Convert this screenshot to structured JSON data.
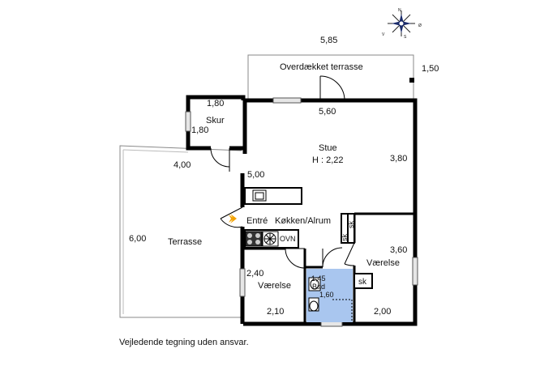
{
  "compass": {
    "n": "N",
    "o": "Ø",
    "s": "S",
    "v": "V"
  },
  "rooms": {
    "overdaekket": "Overdækket terrasse",
    "skur": "Skur",
    "stue": "Stue",
    "stue_height": "H : 2,22",
    "terrasse": "Terrasse",
    "entre": "Entré",
    "kokken": "Køkken/Alrum",
    "vaerelse_left": "Værelse",
    "vaerelse_right": "Værelse",
    "bad": "Bad",
    "ovn": "OVN",
    "sk1": "sk",
    "sk2": "sk",
    "sk3": "sk"
  },
  "dimensions": {
    "top_width": "5,85",
    "terrace_depth": "1,50",
    "skur_width": "1,80",
    "skur_depth": "1,80",
    "stue_width": "5,60",
    "stue_depth": "3,80",
    "terrace_width": "4,00",
    "terrace_depth_left": "6,00",
    "kitchen_width": "5,00",
    "room_right_depth": "3,60",
    "room_left_depth": "2,40",
    "room_left_width": "2,10",
    "bath_width": "1,45",
    "bath_depth": "1,60",
    "room_right_width": "2,00"
  },
  "footer": {
    "disclaimer": "Vejledende tegning uden ansvar."
  }
}
